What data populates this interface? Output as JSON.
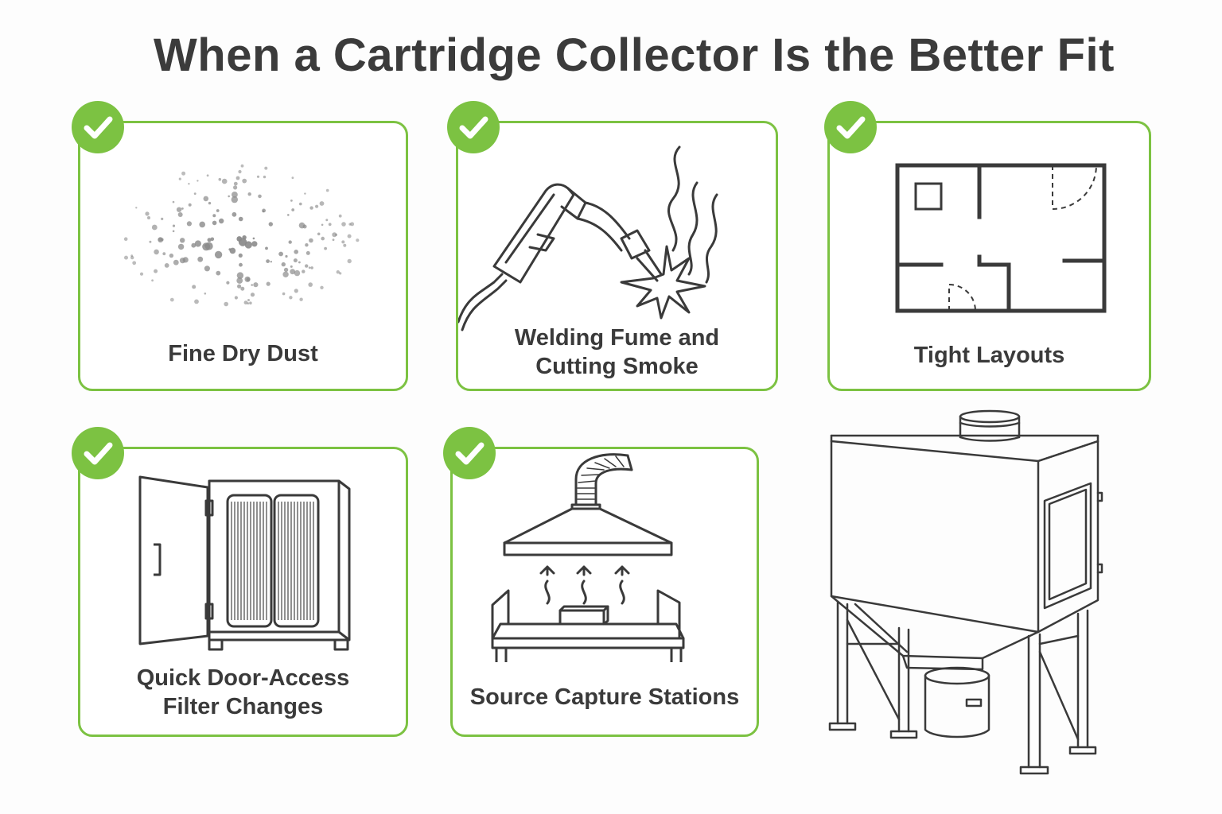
{
  "title": "When a Cartridge Collector Is the Better Fit",
  "accent_color": "#7cc242",
  "cards": [
    {
      "label_lines": [
        "Fine Dry Dust"
      ],
      "icon": "dust-particles-icon",
      "checked": true
    },
    {
      "label_lines": [
        "Welding Fume and",
        "Cutting Smoke"
      ],
      "icon": "welding-torch-icon",
      "checked": true
    },
    {
      "label_lines": [
        "Tight Layouts"
      ],
      "icon": "floor-plan-icon",
      "checked": true
    },
    {
      "label_lines": [
        "Quick Door-Access",
        "Filter Changes"
      ],
      "icon": "open-filter-cabinet-icon",
      "checked": true
    },
    {
      "label_lines": [
        "Source Capture Stations"
      ],
      "icon": "fume-hood-station-icon",
      "checked": true
    }
  ],
  "collector_illustration": "cartridge-dust-collector-icon"
}
